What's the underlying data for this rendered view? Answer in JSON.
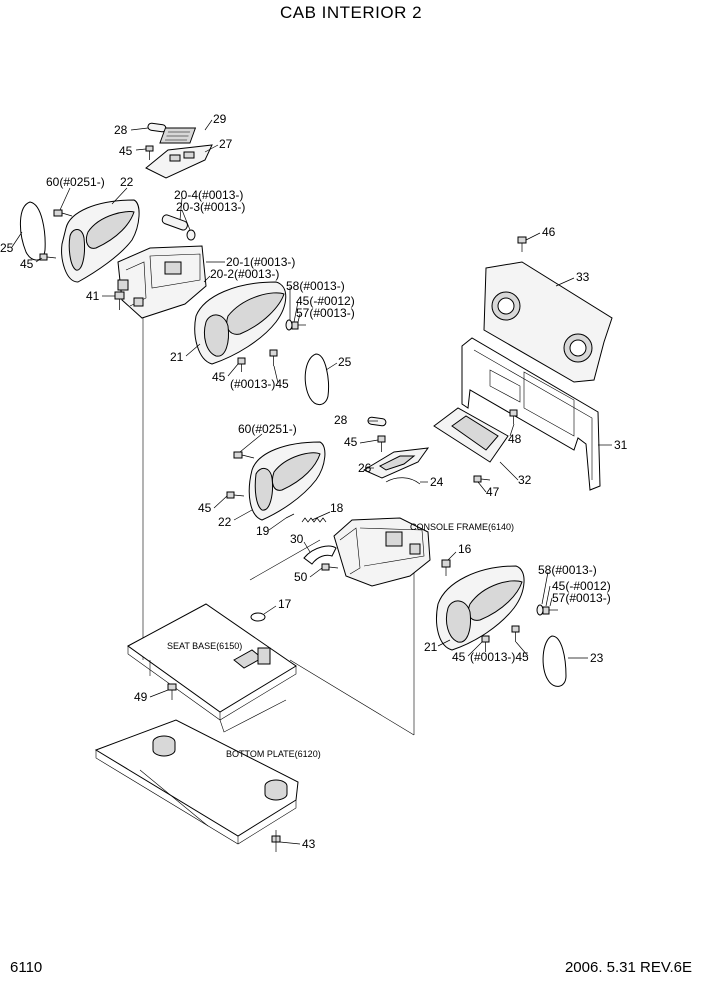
{
  "title": "CAB INTERIOR 2",
  "page_number": "6110",
  "revision": "2006. 5.31  REV.6E",
  "frame_labels": {
    "console_frame": "CONSOLE FRAME(6140)",
    "seat_base": "SEAT BASE(6150)",
    "bottom_plate": "BOTTOM PLATE(6120)"
  },
  "callouts": [
    {
      "id": "c1",
      "text": "28"
    },
    {
      "id": "c2",
      "text": "29"
    },
    {
      "id": "c3",
      "text": "45"
    },
    {
      "id": "c4",
      "text": "27"
    },
    {
      "id": "c5",
      "text": "60(#0251-)"
    },
    {
      "id": "c6",
      "text": "22"
    },
    {
      "id": "c7",
      "text": "20-4(#0013-)"
    },
    {
      "id": "c8",
      "text": "20-3(#0013-)"
    },
    {
      "id": "c9",
      "text": "25"
    },
    {
      "id": "c10",
      "text": "45"
    },
    {
      "id": "c11",
      "text": "20-1(#0013-)"
    },
    {
      "id": "c12",
      "text": "20-2(#0013-)"
    },
    {
      "id": "c13",
      "text": "41"
    },
    {
      "id": "c14",
      "text": "58(#0013-)"
    },
    {
      "id": "c15",
      "text": "45(-#0012)"
    },
    {
      "id": "c16",
      "text": "57(#0013-)"
    },
    {
      "id": "c17",
      "text": "46"
    },
    {
      "id": "c18",
      "text": "33"
    },
    {
      "id": "c19",
      "text": "21"
    },
    {
      "id": "c20",
      "text": "45"
    },
    {
      "id": "c21",
      "text": "(#0013-)45"
    },
    {
      "id": "c22",
      "text": "25"
    },
    {
      "id": "c23",
      "text": "28"
    },
    {
      "id": "c24",
      "text": "45"
    },
    {
      "id": "c25",
      "text": "48"
    },
    {
      "id": "c26",
      "text": "60(#0251-)"
    },
    {
      "id": "c27",
      "text": "31"
    },
    {
      "id": "c28",
      "text": "26"
    },
    {
      "id": "c29",
      "text": "24"
    },
    {
      "id": "c30",
      "text": "32"
    },
    {
      "id": "c31",
      "text": "47"
    },
    {
      "id": "c32",
      "text": "45"
    },
    {
      "id": "c33",
      "text": "18"
    },
    {
      "id": "c34",
      "text": "22"
    },
    {
      "id": "c35",
      "text": "19"
    },
    {
      "id": "c36",
      "text": "30"
    },
    {
      "id": "c37",
      "text": "16"
    },
    {
      "id": "c38",
      "text": "50"
    },
    {
      "id": "c39",
      "text": "58(#0013-)"
    },
    {
      "id": "c40",
      "text": "45(-#0012)"
    },
    {
      "id": "c41",
      "text": "57(#0013-)"
    },
    {
      "id": "c42",
      "text": "17"
    },
    {
      "id": "c43",
      "text": "21"
    },
    {
      "id": "c44",
      "text": "45"
    },
    {
      "id": "c45",
      "text": "(#0013-)45"
    },
    {
      "id": "c46",
      "text": "23"
    },
    {
      "id": "c47",
      "text": "49"
    },
    {
      "id": "c48",
      "text": "43"
    }
  ]
}
